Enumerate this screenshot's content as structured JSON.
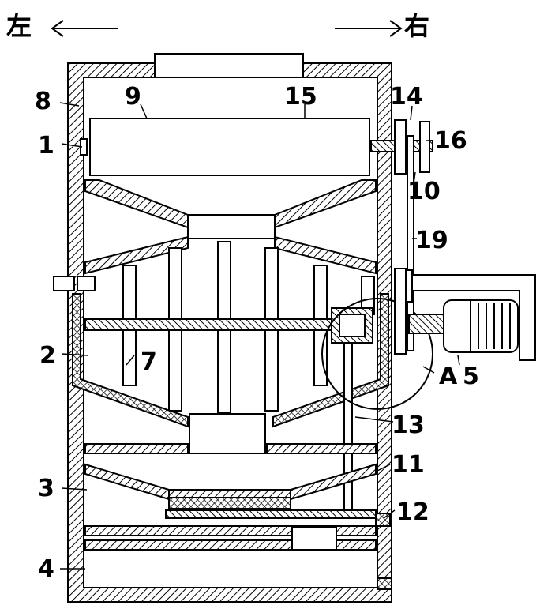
{
  "directions": {
    "left": "左",
    "right": "右"
  },
  "labels": {
    "n1": "1",
    "n2": "2",
    "n3": "3",
    "n4": "4",
    "n5": "5",
    "n7": "7",
    "n8": "8",
    "n9": "9",
    "n10": "10",
    "n11": "11",
    "n12": "12",
    "n13": "13",
    "n14": "14",
    "n15": "15",
    "n16": "16",
    "n19": "19",
    "detailA": "A"
  }
}
